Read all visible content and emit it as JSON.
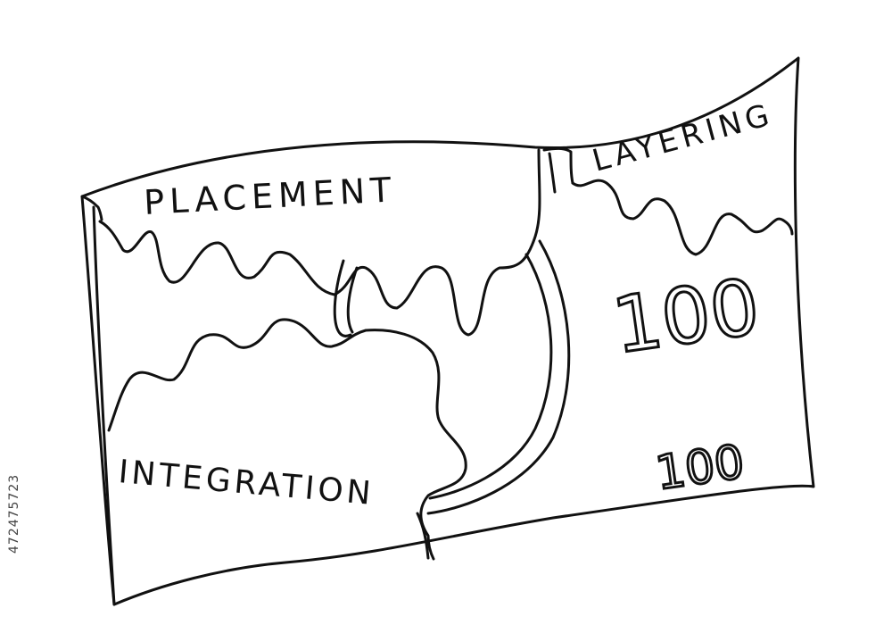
{
  "labels": {
    "placement": "PLACEMENT",
    "layering": "LAYERING",
    "integration": "INTEGRATION"
  },
  "banknote": {
    "denomination_large": "100",
    "denomination_small": "100"
  },
  "stock_id": "472475723",
  "colors": {
    "ink": "#111111",
    "paper": "#ffffff"
  }
}
